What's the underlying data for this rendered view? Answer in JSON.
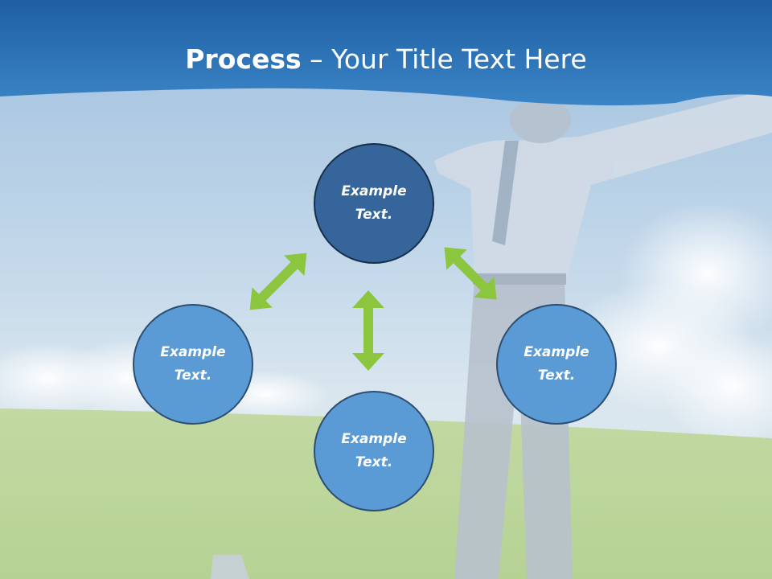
{
  "slide": {
    "title_bold": "Process",
    "title_rest": " – Your Title Text Here"
  },
  "nodes": [
    {
      "label": "Example Text.",
      "fill": "#35659a"
    },
    {
      "label": "Example Text.",
      "fill": "#5b9bd5"
    },
    {
      "label": "Example Text.",
      "fill": "#5b9bd5"
    },
    {
      "label": "Example Text.",
      "fill": "#5b9bd5"
    }
  ],
  "colors": {
    "header": "#2b6fb0",
    "arrow": "#8cc63f",
    "node_border": "#1f3d5e"
  }
}
